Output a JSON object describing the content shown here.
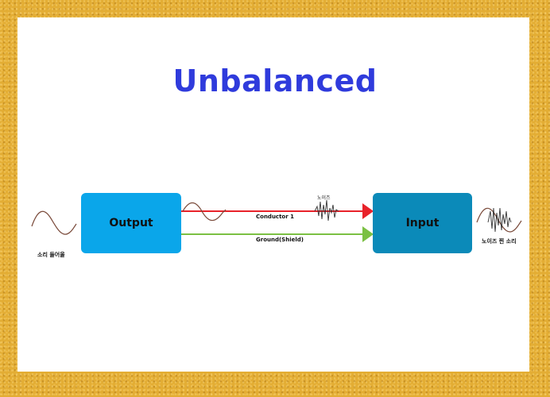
{
  "title": "Unbalanced",
  "blocks": {
    "output": "Output",
    "input": "Input"
  },
  "wires": {
    "conductor": "Conductor 1",
    "ground": "Ground(Shield)"
  },
  "labels": {
    "noise": "노이즈",
    "source_sound": "소리 들어올",
    "noisy_output": "노이즈 찐 소리"
  },
  "colors": {
    "title": "#2f3bdc",
    "output_block": "#0aa6ea",
    "input_block": "#0b8ab9",
    "conductor_wire": "#e8222a",
    "ground_wire": "#7bc043",
    "signal_wave": "#7a4a3a",
    "frame": "#e3ad34"
  }
}
